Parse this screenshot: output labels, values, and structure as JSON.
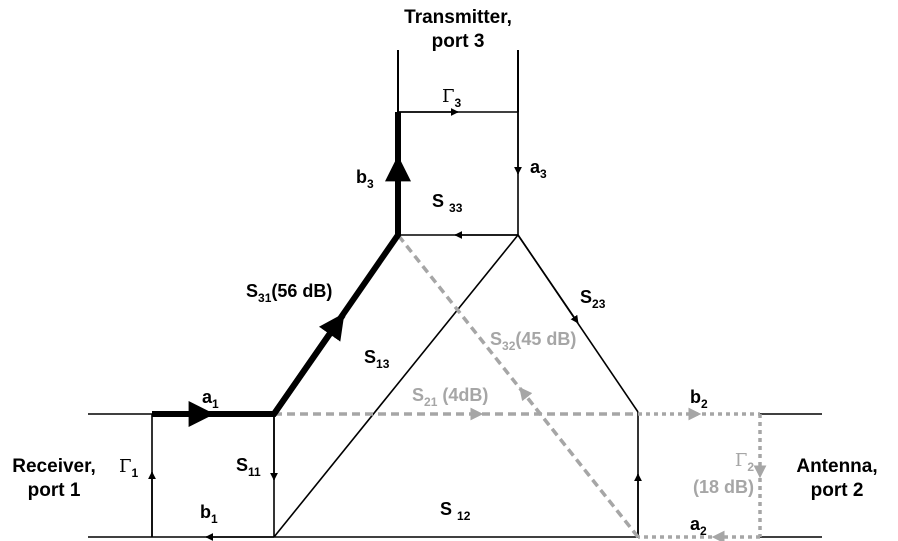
{
  "ports": {
    "transmitter": {
      "line1": "Transmitter,",
      "line2": "port 3"
    },
    "receiver": {
      "line1": "Receiver,",
      "line2": "port 1"
    },
    "antenna": {
      "line1": "Antenna,",
      "line2": "port 2"
    }
  },
  "labels": {
    "gamma3": {
      "main": "Γ",
      "sub": "3"
    },
    "a3": {
      "main": "a",
      "sub": "3"
    },
    "b3": {
      "main": "b",
      "sub": "3"
    },
    "s33": {
      "main": "S",
      "sub": "33"
    },
    "s31": {
      "main": "S",
      "sub": "31",
      "note": "(56 dB)"
    },
    "s23": {
      "main": "S",
      "sub": "23"
    },
    "s32": {
      "main": "S",
      "sub": "32",
      "note": "(45 dB)"
    },
    "s13": {
      "main": "S",
      "sub": "13"
    },
    "s21": {
      "main": "S",
      "sub": "21",
      "note": " (4dB)"
    },
    "a1": {
      "main": "a",
      "sub": "1"
    },
    "b2": {
      "main": "b",
      "sub": "2"
    },
    "gamma1": {
      "main": "Γ",
      "sub": "1"
    },
    "s11": {
      "main": "S",
      "sub": "11"
    },
    "gamma2": {
      "main": "Γ",
      "sub": "2",
      "note": "(18 dB)"
    },
    "b1": {
      "main": "b",
      "sub": "1"
    },
    "s12": {
      "main": "S",
      "sub": "12"
    },
    "a2": {
      "main": "a",
      "sub": "2"
    }
  },
  "colors": {
    "primary": "#000000",
    "highlight": "#a6a6a6"
  }
}
